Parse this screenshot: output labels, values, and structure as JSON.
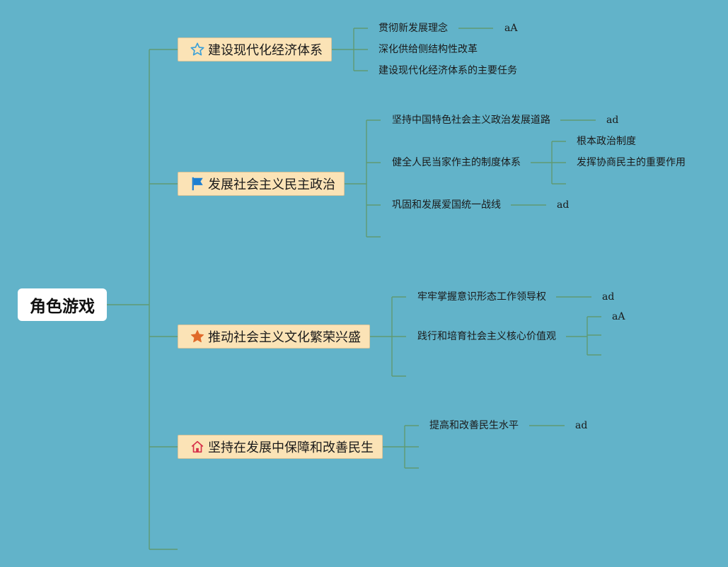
{
  "root": {
    "label": "角色游戏"
  },
  "topics": [
    {
      "label": "建设现代化经济体系",
      "icon": "star-outline-icon",
      "items": [
        {
          "label": "贯彻新发展理念",
          "tag": "aA"
        },
        {
          "label": "深化供给侧结构性改革"
        },
        {
          "label": "建设现代化经济体系的主要任务"
        }
      ]
    },
    {
      "label": "发展社会主义民主政治",
      "icon": "flag-icon",
      "items": [
        {
          "label": "坚持中国特色社会主义政治发展道路",
          "tag": "ad"
        },
        {
          "label": "健全人民当家作主的制度体系",
          "children": [
            "根本政治制度",
            "发挥协商民主的重要作用"
          ]
        },
        {
          "label": "巩固和发展爱国统一战线",
          "tag": "ad"
        }
      ]
    },
    {
      "label": "推动社会主义文化繁荣兴盛",
      "icon": "star-filled-icon",
      "items": [
        {
          "label": "牢牢掌握意识形态工作领导权",
          "tag": "ad"
        },
        {
          "label": "践行和培育社会主义核心价值观",
          "tag": "aA"
        }
      ]
    },
    {
      "label": "坚持在发展中保障和改善民生",
      "icon": "home-icon",
      "items": [
        {
          "label": "提高和改善民生水平",
          "tag": "ad"
        }
      ]
    }
  ],
  "colors": {
    "background": "#62b3c9",
    "topic_fill": "#fbe3b6",
    "connector": "#5f9a72",
    "star_outline": "#3aa0d8",
    "flag": "#1d7fd1",
    "star_filled": "#e06a2a",
    "home": "#d6304a"
  }
}
